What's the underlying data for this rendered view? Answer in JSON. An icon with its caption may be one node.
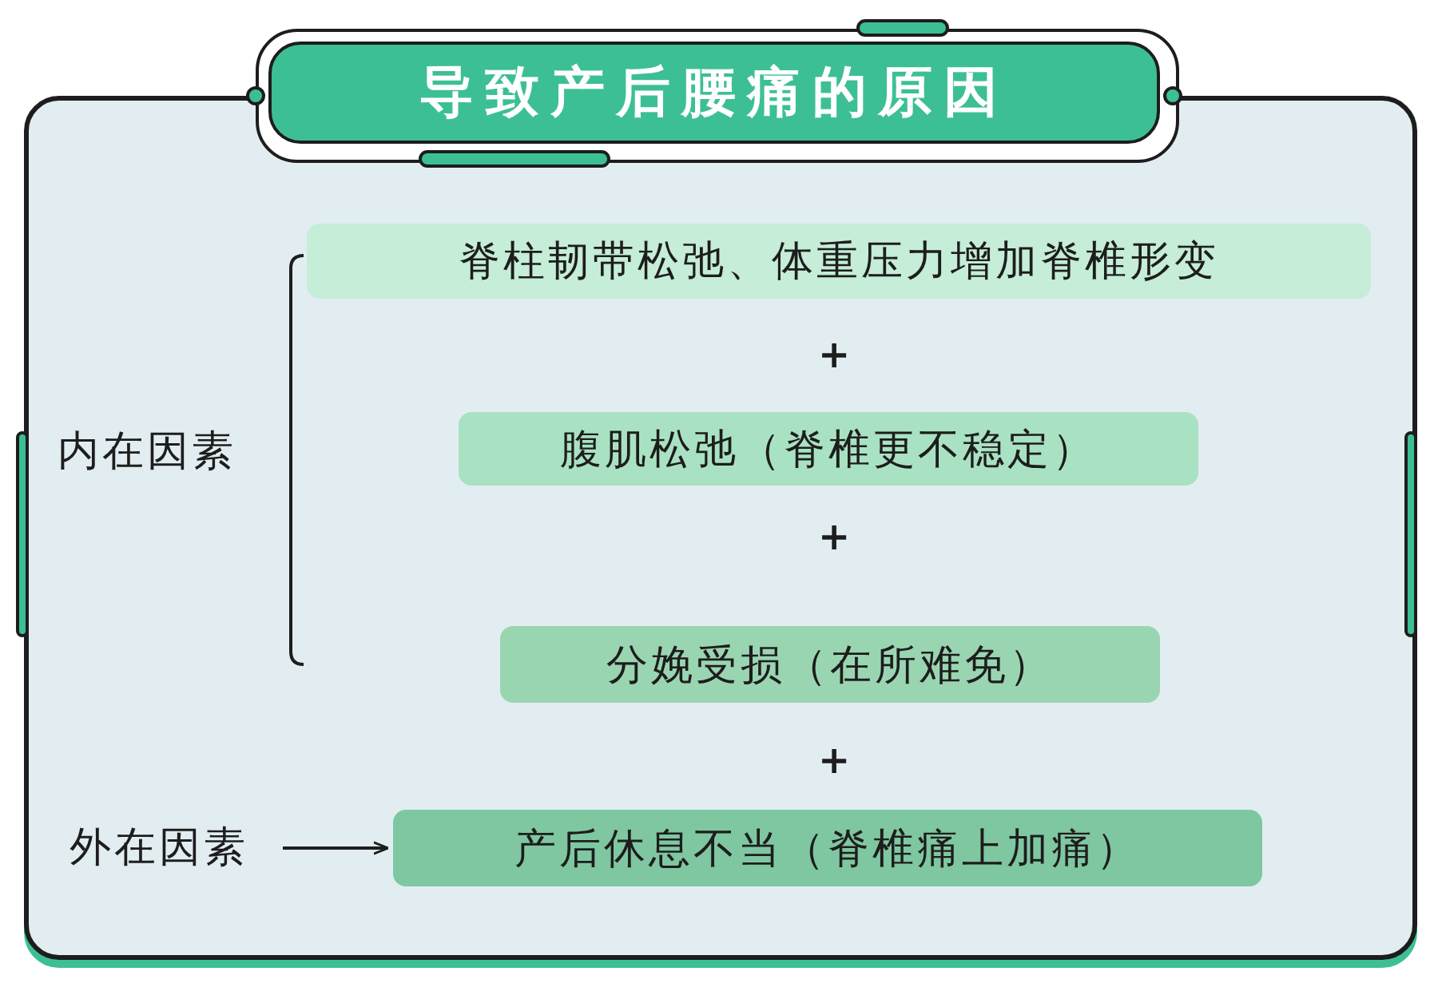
{
  "diagram": {
    "title": "导致产后腰痛的原因",
    "nodes": [
      {
        "text": [
          "内在因素"
        ]
      },
      {
        "text": [
          "脊柱韧带松弛、体重压力增加脊椎形变"
        ]
      },
      {
        "text": [
          "腹肌松弛（脊椎更不稳定）"
        ]
      },
      {
        "text": [
          "分娩受损（在所难免）"
        ]
      },
      {
        "text": [
          "外在因素"
        ]
      },
      {
        "text": [
          "产后休息不当（脊椎痛上加痛）"
        ]
      }
    ],
    "edges": [
      {
        "from": 4,
        "to": 5,
        "arrow": "to"
      }
    ],
    "labels": [
      "+",
      "+",
      "+"
    ]
  }
}
